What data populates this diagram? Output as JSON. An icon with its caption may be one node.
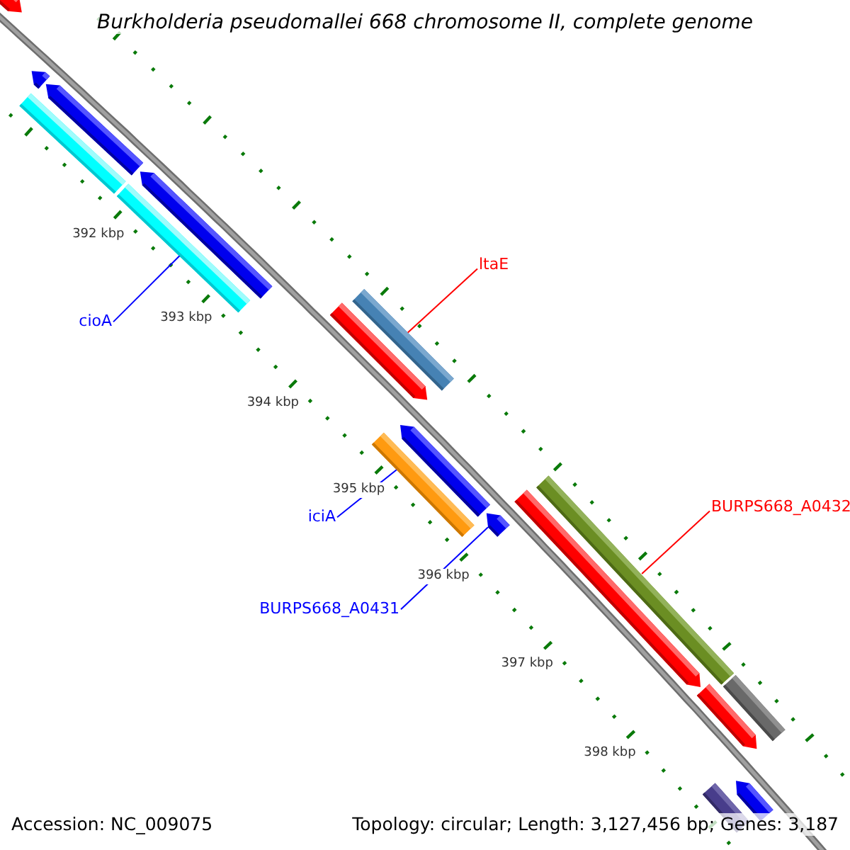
{
  "diagram": {
    "title": "Burkholderia pseudomallei 668 chromosome II, complete genome",
    "nodes": [
      {
        "text": [
          "cioA"
        ]
      },
      {
        "text": [
          "ltaE"
        ]
      },
      {
        "text": [
          "iciA"
        ]
      },
      {
        "text": [
          "BURPS668_A0431"
        ]
      },
      {
        "text": [
          "BURPS668_A0432"
        ]
      },
      {
        "text": [],
        "shape": "bar"
      },
      {
        "text": [],
        "shape": "bar"
      },
      {
        "text": [],
        "shape": "bar"
      },
      {
        "text": [],
        "shape": "bar"
      },
      {
        "text": [],
        "shape": "bar"
      },
      {
        "text": [],
        "shape": "bar"
      },
      {
        "text": [],
        "shape": "bar"
      },
      {
        "text": [],
        "shape": "bar"
      },
      {
        "text": [],
        "shape": "bar"
      },
      {
        "text": [],
        "shape": "bar"
      },
      {
        "text": [],
        "shape": "bar"
      },
      {
        "text": [],
        "shape": "bar"
      },
      {
        "text": [],
        "shape": "bar"
      },
      {
        "text": [],
        "shape": "bar"
      },
      {
        "text": [],
        "shape": "bar"
      },
      {
        "text": [],
        "shape": "bar"
      },
      {
        "text": [],
        "shape": "bar"
      }
    ],
    "edges": [
      {
        "from": 0,
        "to": 9,
        "arrow": "none"
      },
      {
        "from": 1,
        "to": 12,
        "arrow": "none",
        "color": "#ff0000"
      },
      {
        "from": 2,
        "to": 13,
        "arrow": "none"
      },
      {
        "from": 3,
        "to": 15,
        "arrow": "none"
      },
      {
        "from": 4,
        "to": 17,
        "arrow": "none",
        "color": "#ff0000"
      }
    ],
    "labels": [
      "392 kbp",
      "393 kbp",
      "394 kbp",
      "395 kbp",
      "396 kbp",
      "397 kbp",
      "398 kbp",
      "Accession: NC_009075",
      "Topology: circular; Length: 3,127,456 bp; Genes: 3,187"
    ]
  }
}
